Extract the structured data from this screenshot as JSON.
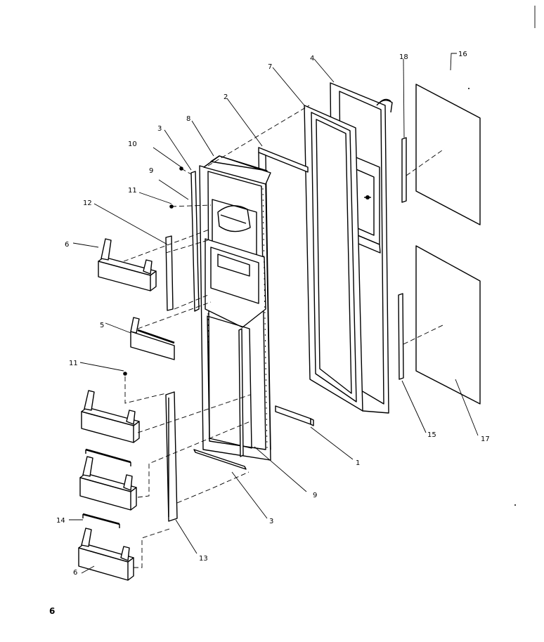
{
  "labels": {
    "l1": "1",
    "l2": "2",
    "l3a": "3",
    "l3b": "3",
    "l4": "4",
    "l5": "5",
    "l6a": "6",
    "l6b": "6",
    "l7": "7",
    "l8": "8",
    "l9a": "9",
    "l9b": "9",
    "l10": "10",
    "l11a": "11",
    "l11b": "11",
    "l12": "12",
    "l13": "13",
    "l14": "14",
    "l15": "15",
    "l16": "16",
    "l17": "17",
    "l18": "18"
  },
  "page_number": "6"
}
